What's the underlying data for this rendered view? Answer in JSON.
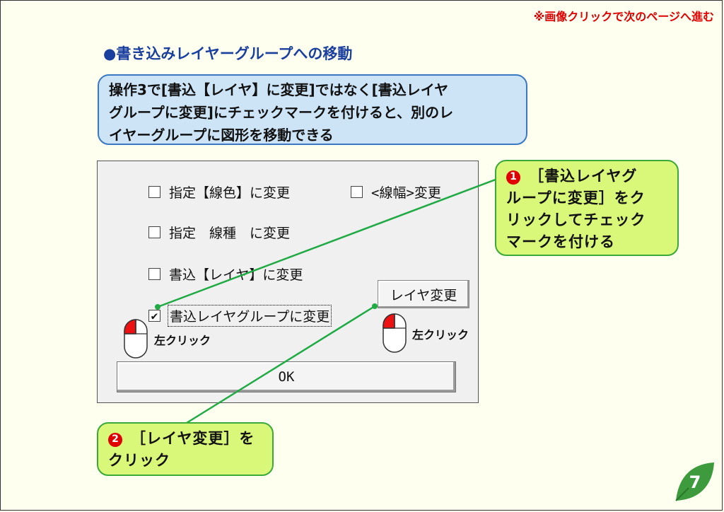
{
  "nav_hint": "※画像クリックで次のページへ進む",
  "section_title": "●書き込みレイヤーグループへの移動",
  "description": {
    "line1": "操作3で[書込【レイヤ】に変更]ではなく[書込レイヤ",
    "line2": "グループに変更]にチェックマークを付けると、別のレ",
    "line3": "イヤーグループに図形を移動できる"
  },
  "dialog": {
    "options": {
      "color": "指定【線色】に変更",
      "width": "<線幅>変更",
      "linetype": "指定　線種　に変更",
      "layer": "書込【レイヤ】に変更",
      "layer_group": "書込レイヤグループに変更"
    },
    "checked_mark": "✔",
    "layer_change_button": "レイヤ変更",
    "ok_button": "OK"
  },
  "click_label_left": "左クリック",
  "click_label_right": "左クリック",
  "callout1": {
    "number": "1",
    "line1": "［書込レイヤグ",
    "line2": "ループに変更］をク",
    "line3": "リックしてチェック",
    "line4": "マークを付ける"
  },
  "callout2": {
    "number": "2",
    "line1": "［レイヤ変更］を",
    "line2": "クリック"
  },
  "page_number": "7",
  "colors": {
    "accent_red": "#e00000",
    "title_blue": "#1a3f9e",
    "callout_green": "#d9f779",
    "leader_green": "#1faa44"
  }
}
